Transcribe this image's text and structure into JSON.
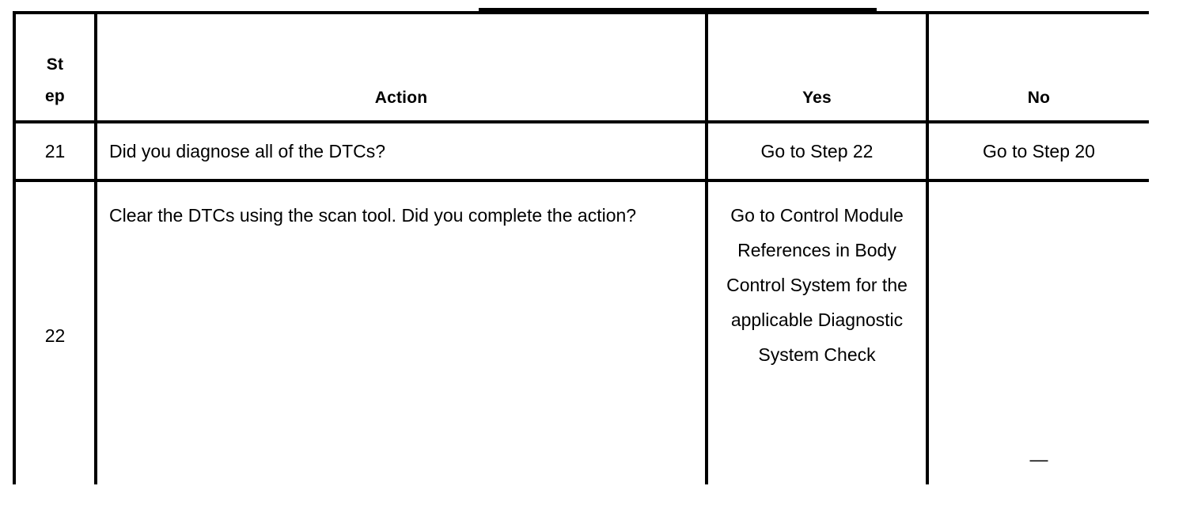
{
  "document": {
    "kind": "diagnostic-procedure-table",
    "table": {
      "columns": [
        {
          "key": "step",
          "label": "St\nep"
        },
        {
          "key": "action",
          "label": "Action"
        },
        {
          "key": "yes",
          "label": "Yes"
        },
        {
          "key": "no",
          "label": "No"
        }
      ],
      "rows": [
        {
          "step": "21",
          "action": "Did you diagnose all of the DTCs?",
          "yes": "Go to Step 22",
          "no": "Go to Step 20"
        },
        {
          "step": "22",
          "action": "Clear the DTCs using the scan tool. Did you complete the action?",
          "yes": "Go to Control Module References in Body Control System for the applicable Diagnostic System Check",
          "no": "—"
        }
      ]
    },
    "colors": {
      "border": "#000000",
      "text": "#000000",
      "background": "#ffffff"
    }
  }
}
